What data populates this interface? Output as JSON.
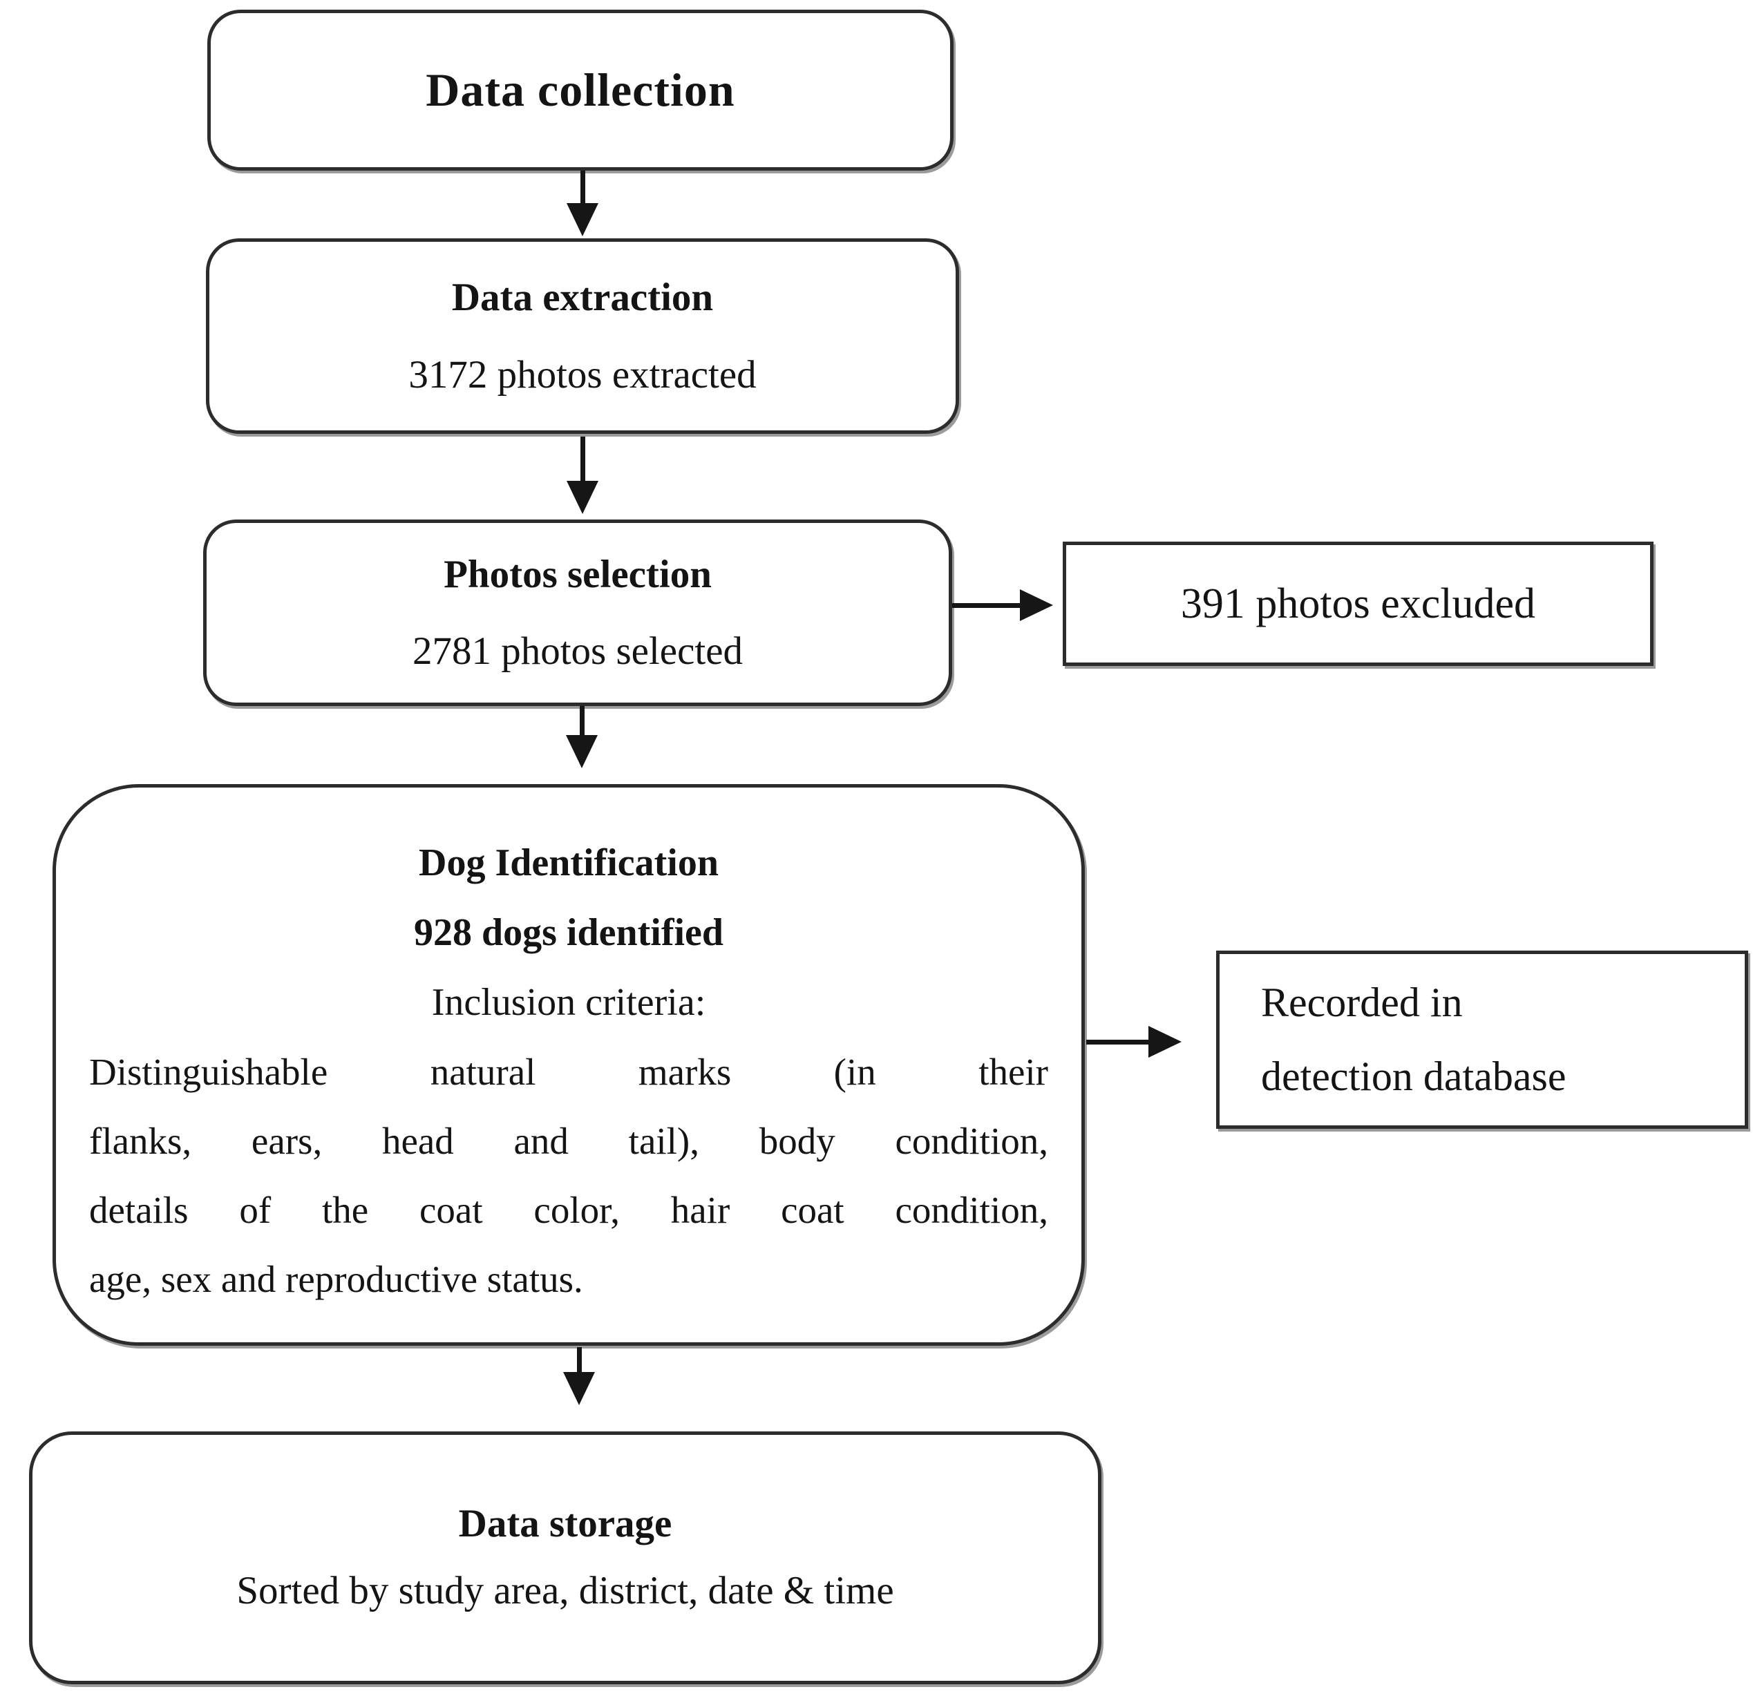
{
  "diagram": {
    "nodes": {
      "data_collection": {
        "title": "Data collection"
      },
      "data_extraction": {
        "title": "Data extraction",
        "subtitle": "3172 photos extracted"
      },
      "photos_selection": {
        "title": "Photos selection",
        "subtitle": "2781 photos selected"
      },
      "photos_excluded": {
        "label": "391 photos excluded"
      },
      "dog_identification": {
        "title": "Dog Identification",
        "subtitle": "928 dogs identified",
        "criteria_heading": "Inclusion criteria:",
        "criteria_lines": [
          "Distinguishable natural marks (in their",
          "flanks, ears, head and tail), body condition,",
          "details of the coat color, hair coat condition,",
          "age, sex and reproductive status."
        ]
      },
      "recorded_database": {
        "label_lines": [
          "Recorded in",
          "detection database"
        ]
      },
      "data_storage": {
        "title": "Data storage",
        "subtitle": "Sorted by study area, district, date & time"
      }
    },
    "colors": {
      "background": "#ffffff",
      "border": "#2c2c2c",
      "text": "#141414",
      "shadow": "#9b9b9b",
      "arrow": "#161616"
    }
  }
}
